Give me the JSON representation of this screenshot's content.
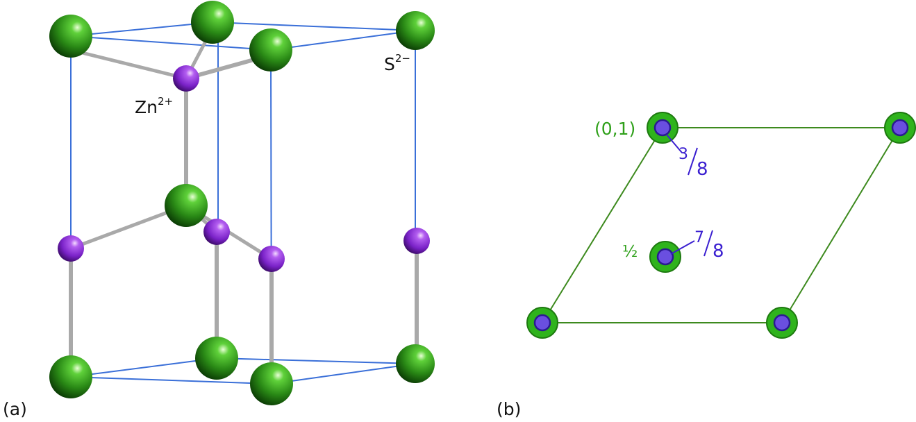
{
  "panels": {
    "a": {
      "label": "(a)",
      "zn_label": "Zn",
      "zn_charge": "2+",
      "s_label": "S",
      "s_charge": "2−"
    },
    "b": {
      "label": "(b)",
      "corner_height": "(0,1)",
      "center_height": "½",
      "zn_corner_num": "3",
      "zn_corner_den": "8",
      "zn_center_num": "7",
      "zn_center_den": "8"
    }
  },
  "colors": {
    "cell_edges_a": "#3a6fd8",
    "bonds": "#b8b8b8",
    "s_atom": "#2f8f1a",
    "zn_atom": "#8a2bd6",
    "cell_edges_b": "#3d8a1e",
    "s_ring_b": "#34b520",
    "zn_marker_b": "#5a3ec8",
    "green_text": "#2fa01a",
    "blue_text": "#3a1fd0"
  }
}
